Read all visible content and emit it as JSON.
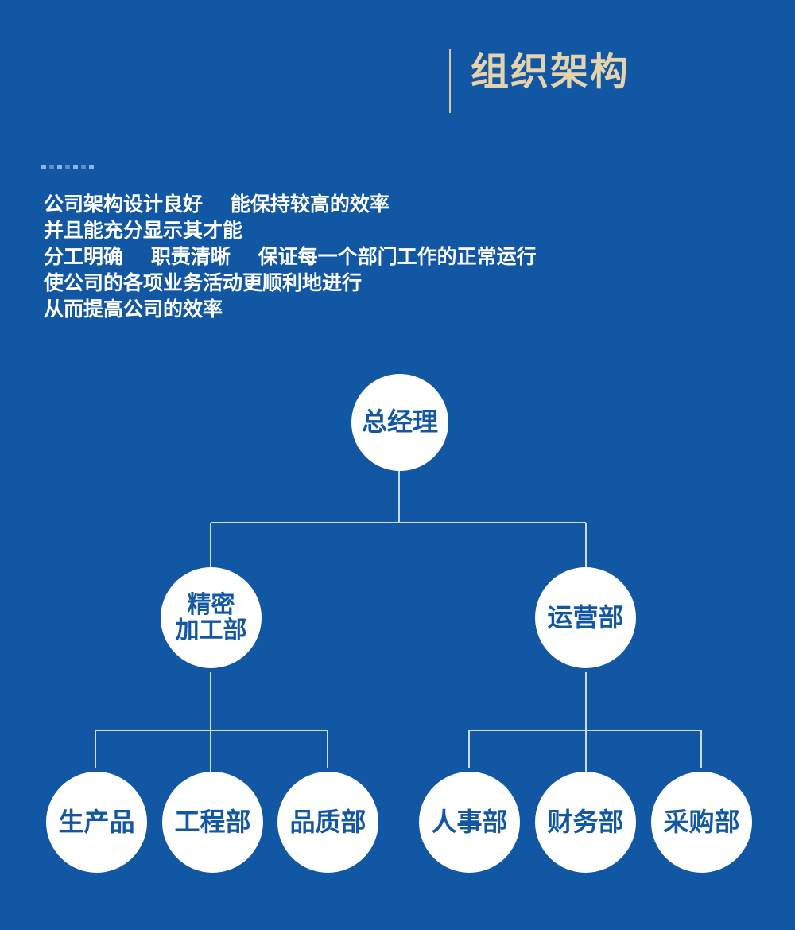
{
  "header": {
    "title": "组织架构"
  },
  "intro": {
    "lines": [
      "公司架构设计良好    能保持较高的效率",
      "并且能充分显示其才能",
      "分工明确    职责清晰    保证每一个部门工作的正常运行",
      "使公司的各项业务活动更顺利地进行",
      "从而提高公司的效率"
    ]
  },
  "org": {
    "root": "总经理",
    "left_dept": "精密\n加工部",
    "right_dept": "运营部",
    "left_children": [
      "生产品",
      "工程部",
      "品质部"
    ],
    "right_children": [
      "人事部",
      "财务部",
      "采购部"
    ]
  },
  "colors": {
    "background": "#1257a3",
    "title": "#e4d3ad",
    "node_fill": "#ffffff",
    "node_text": "#1257a3",
    "connector": "#c9dcf2"
  }
}
